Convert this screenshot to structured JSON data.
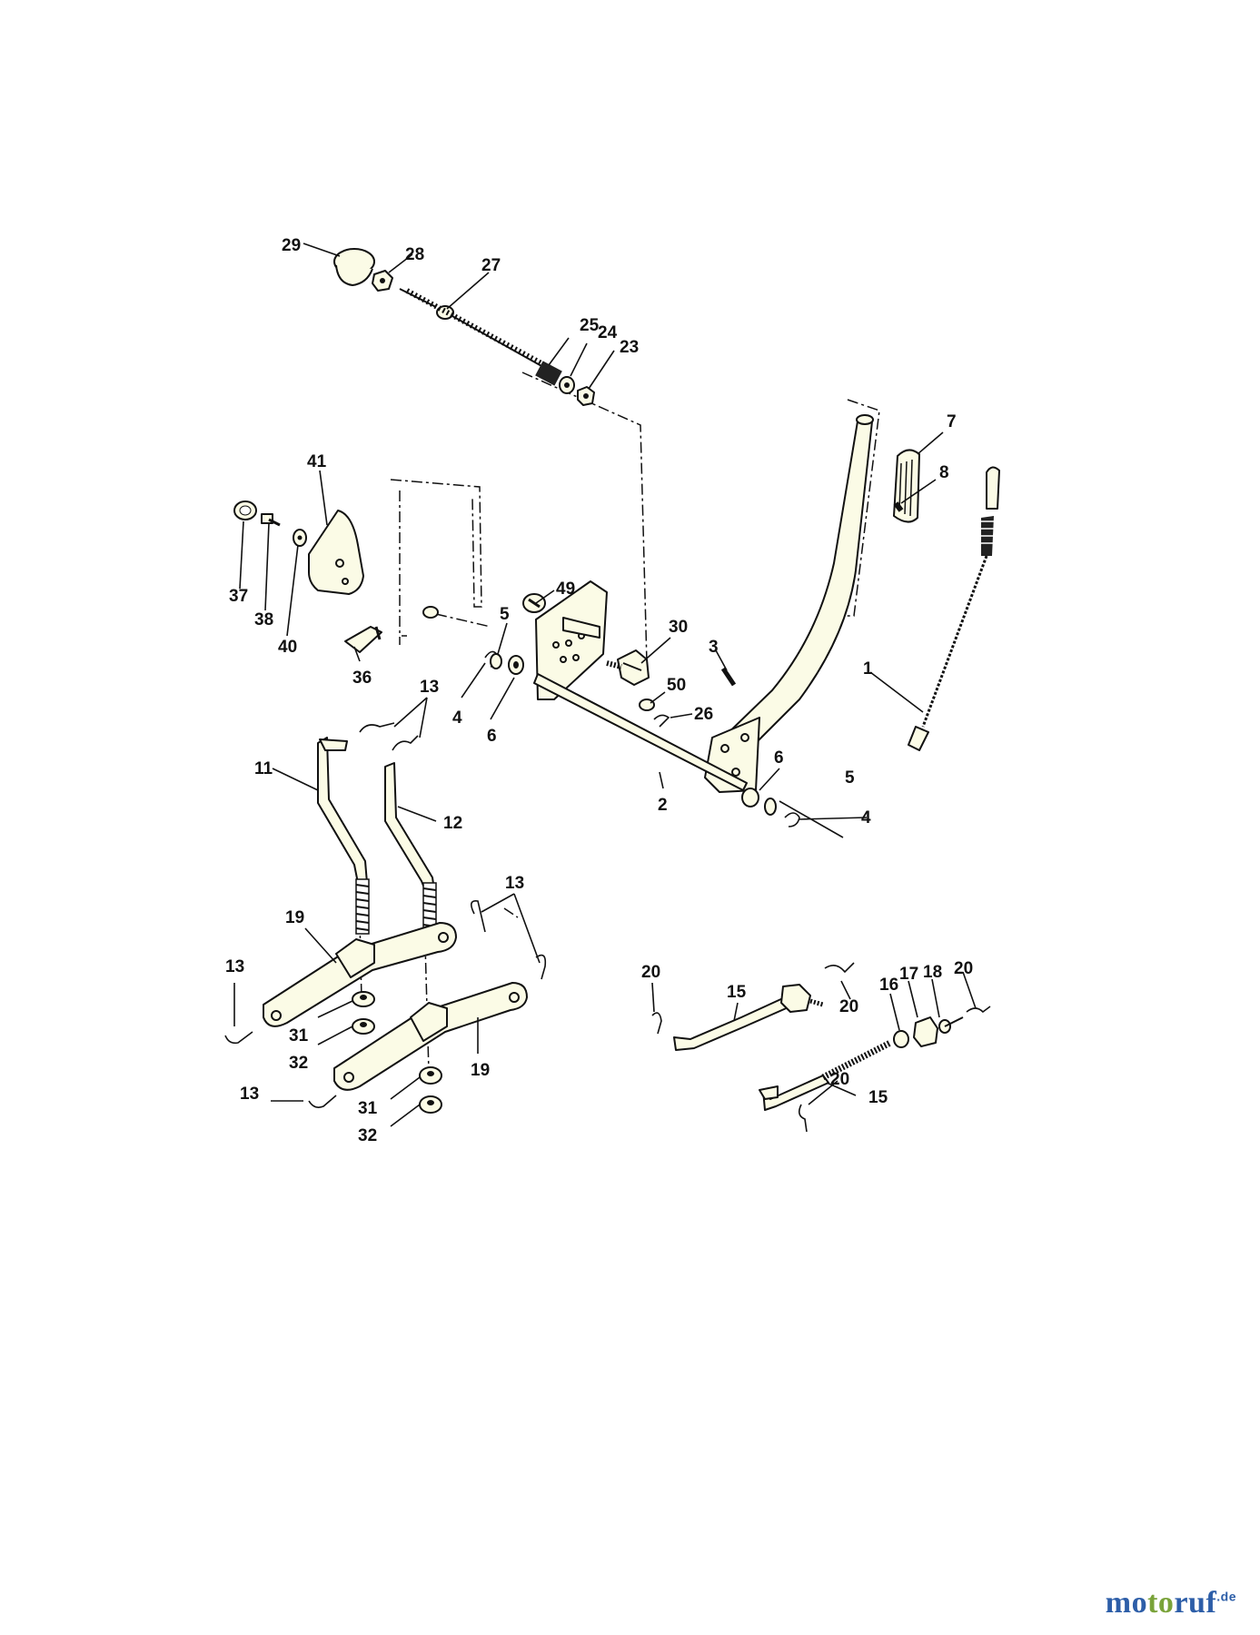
{
  "watermark": {
    "part1": "mo",
    "part2": "to",
    "part3": "ruf",
    "suffix": ".de"
  },
  "colors": {
    "line": "#111111",
    "part_fill": "#fbfbe6",
    "brand_blue": "#2d5ea8",
    "brand_green": "#7aa33a"
  },
  "callouts": [
    {
      "id": "c29",
      "text": "29"
    },
    {
      "id": "c28",
      "text": "28"
    },
    {
      "id": "c27",
      "text": "27"
    },
    {
      "id": "c25",
      "text": "25"
    },
    {
      "id": "c24",
      "text": "24"
    },
    {
      "id": "c23",
      "text": "23"
    },
    {
      "id": "c7",
      "text": "7"
    },
    {
      "id": "c8",
      "text": "8"
    },
    {
      "id": "c41",
      "text": "41"
    },
    {
      "id": "c37",
      "text": "37"
    },
    {
      "id": "c38",
      "text": "38"
    },
    {
      "id": "c40",
      "text": "40"
    },
    {
      "id": "c49",
      "text": "49"
    },
    {
      "id": "c5a",
      "text": "5"
    },
    {
      "id": "c30",
      "text": "30"
    },
    {
      "id": "c36",
      "text": "36"
    },
    {
      "id": "c4a",
      "text": "4"
    },
    {
      "id": "c6a",
      "text": "6"
    },
    {
      "id": "c3",
      "text": "3"
    },
    {
      "id": "c50",
      "text": "50"
    },
    {
      "id": "c26",
      "text": "26"
    },
    {
      "id": "c1",
      "text": "1"
    },
    {
      "id": "c13a",
      "text": "13"
    },
    {
      "id": "c11",
      "text": "11"
    },
    {
      "id": "c12",
      "text": "12"
    },
    {
      "id": "c2",
      "text": "2"
    },
    {
      "id": "c6b",
      "text": "6"
    },
    {
      "id": "c5b",
      "text": "5"
    },
    {
      "id": "c4b",
      "text": "4"
    },
    {
      "id": "c13b",
      "text": "13"
    },
    {
      "id": "c19a",
      "text": "19"
    },
    {
      "id": "c13c",
      "text": "13"
    },
    {
      "id": "c31a",
      "text": "31"
    },
    {
      "id": "c32a",
      "text": "32"
    },
    {
      "id": "c19b",
      "text": "19"
    },
    {
      "id": "c13d",
      "text": "13"
    },
    {
      "id": "c31b",
      "text": "31"
    },
    {
      "id": "c32b",
      "text": "32"
    },
    {
      "id": "c20a",
      "text": "20"
    },
    {
      "id": "c15a",
      "text": "15"
    },
    {
      "id": "c20b",
      "text": "20"
    },
    {
      "id": "c16",
      "text": "16"
    },
    {
      "id": "c17",
      "text": "17"
    },
    {
      "id": "c18",
      "text": "18"
    },
    {
      "id": "c20c",
      "text": "20"
    },
    {
      "id": "c20d",
      "text": "20"
    },
    {
      "id": "c15b",
      "text": "15"
    }
  ]
}
